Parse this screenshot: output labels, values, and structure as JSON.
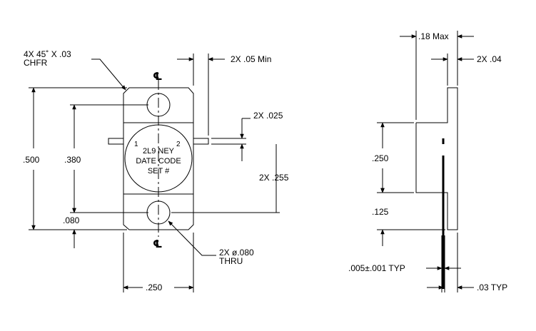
{
  "front_view": {
    "chamfer_note_line1": "4X 45˚ X .03",
    "chamfer_note_line2": "CHFR",
    "centerline_top": "℄",
    "centerline_bottom": "℄",
    "lead_min_width": "2X .05 Min",
    "lead_thickness": "2X .025",
    "lead_spacing": "2X .255",
    "overall_height": ".500",
    "hole_spacing": ".380",
    "hole_edge_offset": ".080",
    "hole_note_line1": "2X ø.080",
    "hole_note_line2": "THRU",
    "base_width": ".250",
    "marking": {
      "line1": "2L9 NEY",
      "line2": "DATE CODE",
      "line3": "SET #",
      "pin1": "1",
      "pin2": "2"
    }
  },
  "side_view": {
    "overall_thickness": ".18 Max",
    "flange_thickness": "2X .04",
    "body_height": ".250",
    "flange_extension": ".125",
    "lead_thickness_tol": ".005±.001 TYP",
    "lead_offset": ".03 TYP"
  }
}
